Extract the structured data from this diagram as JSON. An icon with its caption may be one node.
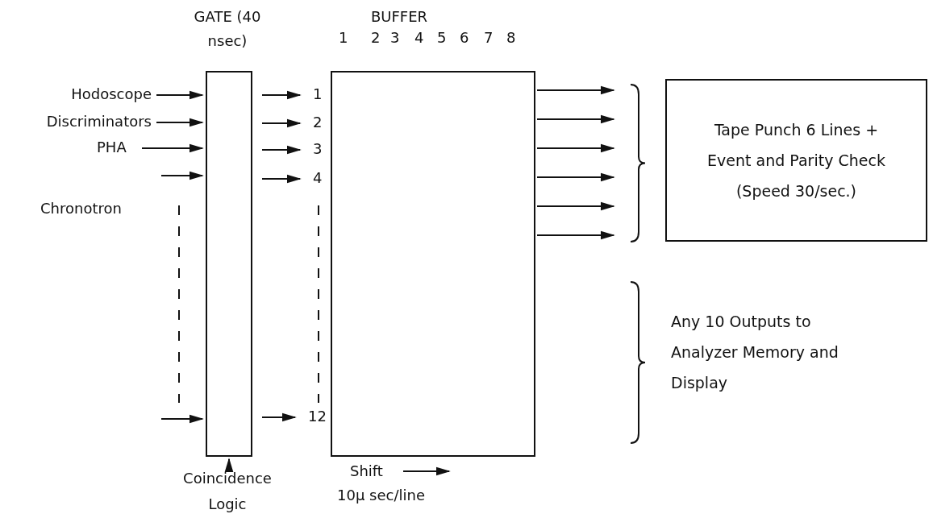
{
  "diagram": {
    "nodes": [
      {
        "text": [
          "GATE (40 nsec)"
        ]
      },
      {
        "text": [
          "BUFFER"
        ]
      },
      {
        "text": [
          "Hodoscope"
        ]
      },
      {
        "text": [
          "Discriminators"
        ]
      },
      {
        "text": [
          "PHA"
        ]
      },
      {
        "text": [
          "Tape Punch 6 Lines + Event and Parity Check (Speed 30/sec.)"
        ]
      },
      {
        "text": [
          "Coincidence Logic"
        ]
      }
    ],
    "edges": [
      {
        "from": 2,
        "to": 0,
        "arrow": "to"
      },
      {
        "from": 3,
        "to": 0,
        "arrow": "to"
      },
      {
        "from": 4,
        "to": 0,
        "arrow": "to"
      },
      {
        "from": null,
        "to": 0,
        "arrow": "to"
      },
      {
        "from": null,
        "to": 0,
        "arrow": "to"
      },
      {
        "from": 0,
        "to": 1,
        "arrow": "to"
      },
      {
        "from": 0,
        "to": 1,
        "arrow": "to"
      },
      {
        "from": 0,
        "to": 1,
        "arrow": "to"
      },
      {
        "from": 0,
        "to": 1,
        "arrow": "to"
      },
      {
        "from": 0,
        "to": 1,
        "arrow": "to"
      },
      {
        "from": 1,
        "to": 5,
        "arrow": "to"
      },
      {
        "from": 1,
        "to": 5,
        "arrow": "to"
      },
      {
        "from": 1,
        "to": 5,
        "arrow": "to"
      },
      {
        "from": 1,
        "to": 5,
        "arrow": "to"
      },
      {
        "from": 1,
        "to": 5,
        "arrow": "to"
      },
      {
        "from": 1,
        "to": 5,
        "arrow": "to"
      },
      {
        "from": 6,
        "to": 0,
        "arrow": "to"
      }
    ],
    "labels": [
      "1",
      "2",
      "3",
      "4",
      "5",
      "6",
      "7",
      "8",
      "1",
      "2",
      "3",
      "4",
      "Chronotron",
      "12",
      "Any 10 Outputs to Analyzer Memory and Display",
      "Shift",
      "10μ sec/line"
    ]
  }
}
